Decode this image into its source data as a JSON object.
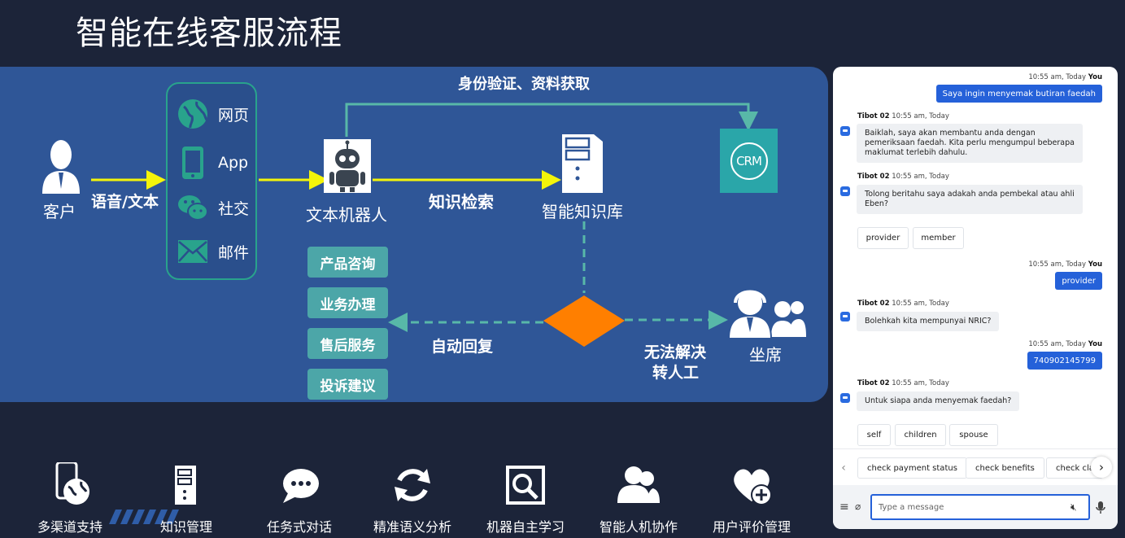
{
  "title": "智能在线客服流程",
  "flow": {
    "customer": "客户",
    "voice_text": "语音/文本",
    "channels": [
      "网页",
      "App",
      "社交",
      "邮件"
    ],
    "bot": "文本机器人",
    "kb_search": "知识检索",
    "kb": "智能知识库",
    "crm_top": "身份验证、资料获取",
    "crm": "CRM",
    "categories": [
      "产品咨询",
      "业务办理",
      "售后服务",
      "投诉建议"
    ],
    "auto_reply": "自动回复",
    "unsolved_1": "无法解决",
    "unsolved_2": "转人工",
    "agent": "坐席"
  },
  "features": [
    "多渠道支持",
    "知识管理",
    "任务式对话",
    "精准语义分析",
    "机器自主学习",
    "智能人机协作",
    "用户评价管理"
  ],
  "chat": {
    "you": "You",
    "user_time": "10:55 am, Today",
    "bot_name": "Tibot 02",
    "bot_time": "10:55 am, Today",
    "msgs": {
      "u1": "Saya ingin menyemak butiran faedah",
      "b1_l1": "Baiklah, saya akan membantu anda dengan",
      "b1_l2": "pemeriksaan faedah. Kita perlu mengumpul beberapa",
      "b1_l3": "maklumat terlebih dahulu.",
      "b2_l1": "Tolong beritahu saya adakah anda pembekal atau ahli",
      "b2_l2": "Eben?",
      "u2": "provider",
      "b3": "Bolehkah kita mempunyai NRIC?",
      "u3": "740902145799",
      "b4": "Untuk siapa anda menyemak faedah?"
    },
    "options1": [
      "provider",
      "member"
    ],
    "options2": [
      "self",
      "children",
      "spouse"
    ],
    "quick_replies": [
      "check payment status",
      "check benefits",
      "check cla"
    ],
    "input_placeholder": "Type a message"
  },
  "colors": {
    "panel": "#2f5697",
    "background": "#1c2439",
    "teal": "#4ca6a8",
    "arrow_yellow": "#f4f40a",
    "diamond": "#ff7f00",
    "crm": "#2aa6a9",
    "chat_blue": "#2561d9"
  }
}
